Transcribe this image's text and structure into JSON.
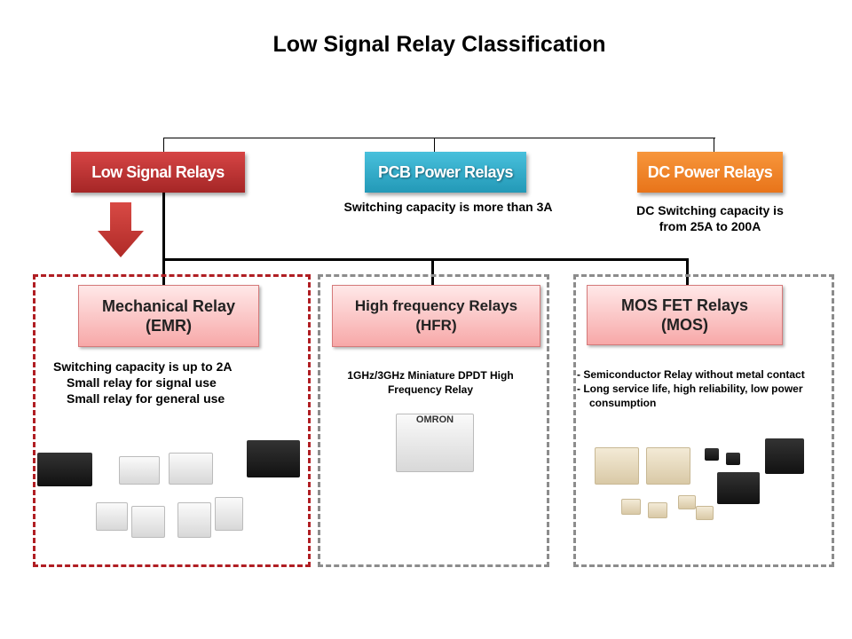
{
  "title": "Low Signal Relay Classification",
  "top_categories": [
    {
      "label": "Low Signal Relays",
      "color": "#b9302f"
    },
    {
      "label": "PCB Power Relays",
      "color": "#31aac9",
      "caption": "Switching capacity is more than 3A"
    },
    {
      "label": "DC Power Relays",
      "color": "#f08428",
      "caption_lines": [
        "DC Switching capacity is",
        "from 25A to 200A"
      ]
    }
  ],
  "subcategories": [
    {
      "name_lines": [
        "Mechanical Relay",
        "(EMR)"
      ],
      "desc_lines": [
        "Switching capacity is up to 2A",
        "Small relay for signal use",
        "Small relay for general use"
      ]
    },
    {
      "name_lines": [
        "High frequency Relays",
        "(HFR)"
      ],
      "desc_lines": [
        "1GHz/3GHz  Miniature DPDT  High",
        "Frequency Relay"
      ]
    },
    {
      "name_lines": [
        "MOS  FET Relays",
        "(MOS)"
      ],
      "desc_lines": [
        "- Semiconductor Relay without metal contact",
        "-  Long service life, high reliability, low power",
        "consumption"
      ]
    }
  ],
  "product_label": "OMRON",
  "colors": {
    "emr_border": "#b01e23",
    "group_border": "#8c8c8c",
    "arrow": "#c0302c"
  }
}
